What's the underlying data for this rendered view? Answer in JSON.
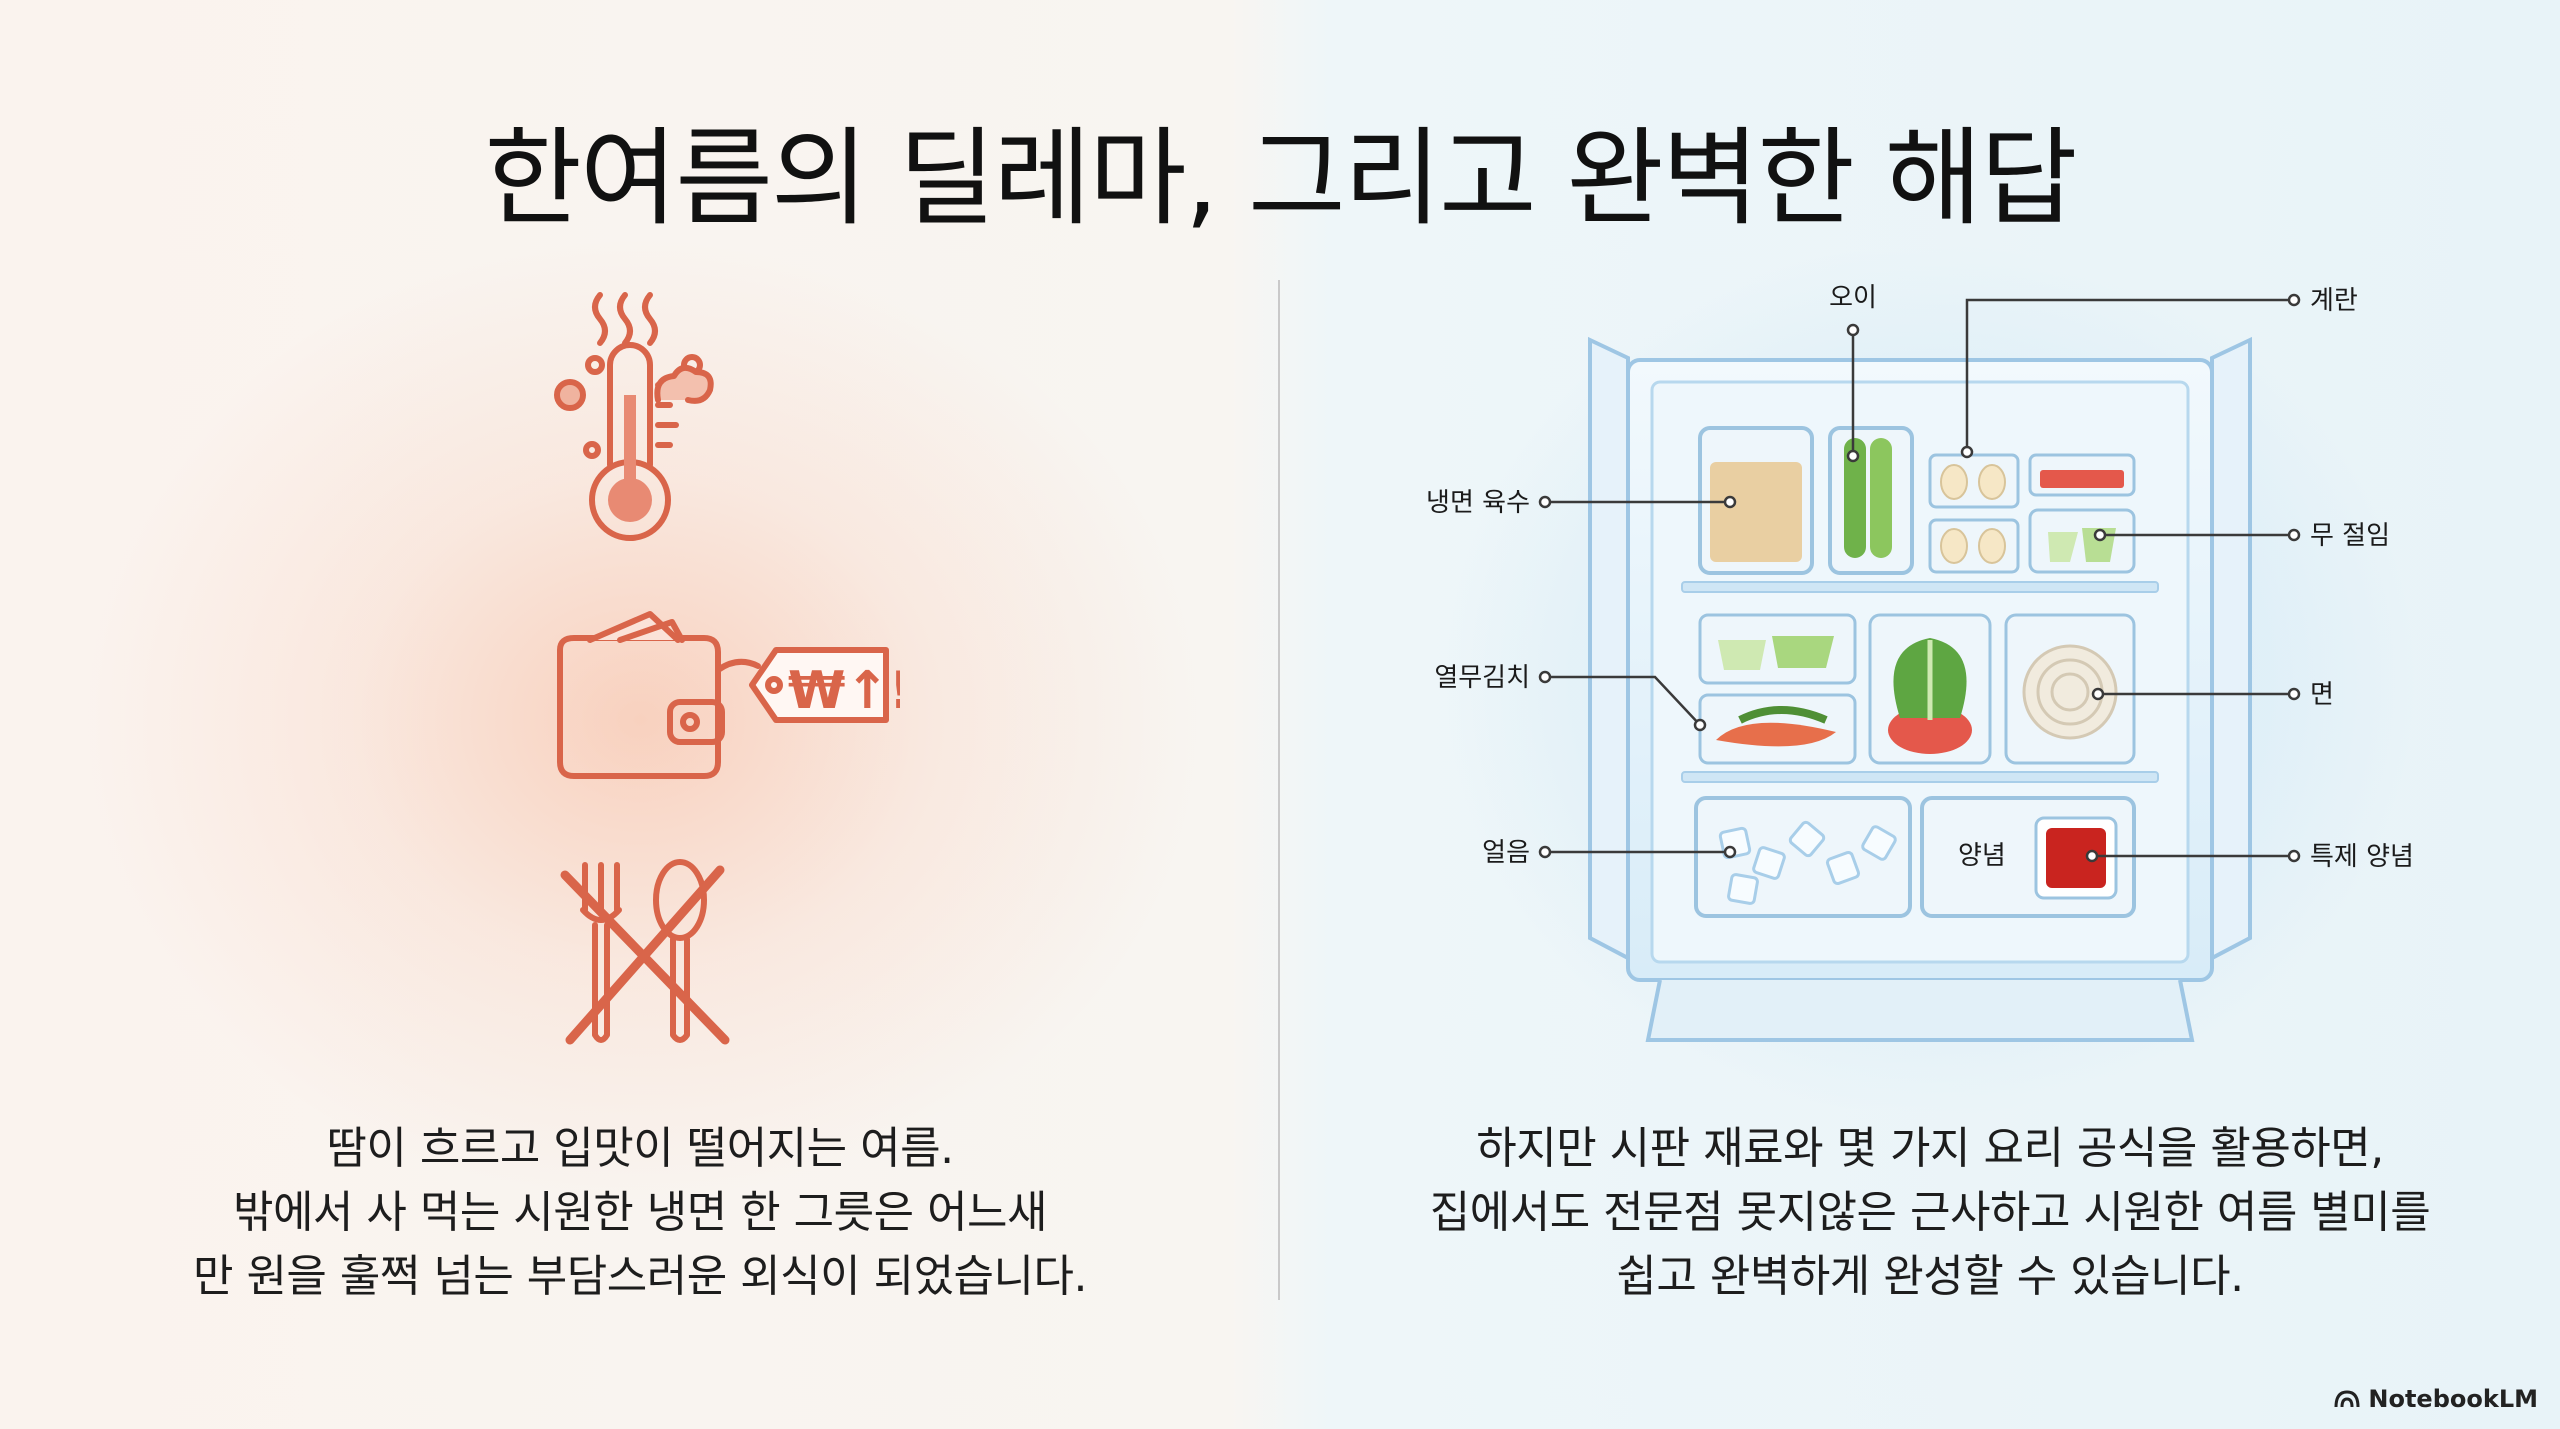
{
  "title": "한여름의 딜레마, 그리고 완벽한 해답",
  "left": {
    "icons": [
      "thermometer-heat-icon",
      "wallet-price-up-icon",
      "no-dining-icon"
    ],
    "price_tag": "₩↑!",
    "paragraph": [
      "땀이 흐르고 입맛이 떨어지는 여름.",
      "밖에서 사 먹는 시원한 냉면 한 그릇은 어느새",
      "만 원을 훌쩍 넘는 부담스러운 외식이 되었습니다."
    ]
  },
  "right": {
    "fridge_labels": {
      "cucumber": "오이",
      "egg": "계란",
      "broth": "냉면 육수",
      "radish": "무 절임",
      "kimchi": "열무김치",
      "noodle": "면",
      "ice": "얼음",
      "sauce_tray": "양념",
      "special_sauce": "특제 양념"
    },
    "paragraph": [
      "하지만 시판 재료와 몇 가지 요리 공식을 활용하면,",
      "집에서도 전문점 못지않은 근사하고 시원한 여름 별미를",
      "쉽고 완벽하게 완성할 수 있습니다."
    ]
  },
  "brand": "NotebookLM",
  "colors": {
    "accent_left": "#d9654a",
    "accent_right": "#8fc6ea"
  }
}
